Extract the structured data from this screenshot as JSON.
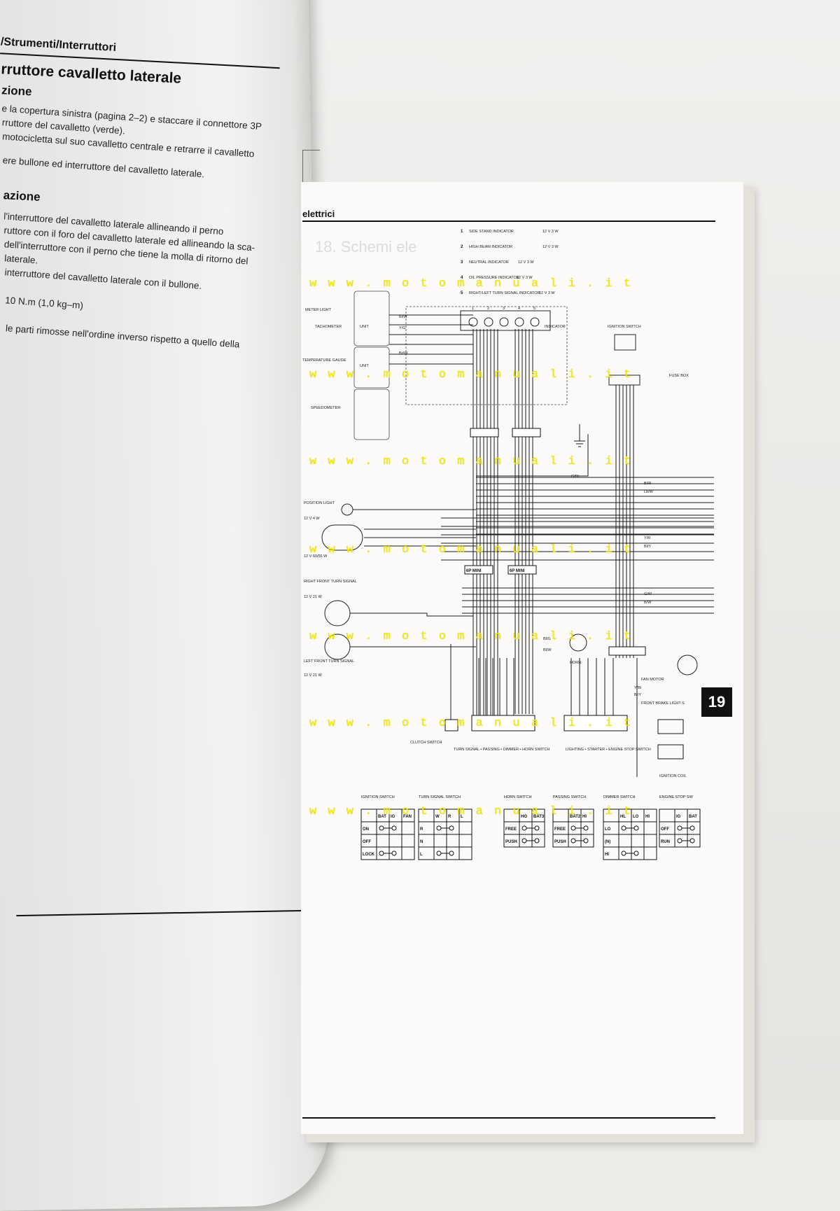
{
  "left_page": {
    "header": "/Strumenti/Interruttori",
    "title": "rruttore cavalletto laterale",
    "section_1": "zione",
    "lines_1": [
      "e la copertura sinistra (pagina 2–2) e staccare il connettore 3P",
      "rruttore del cavalletto (verde).",
      "motocicletta sul suo cavalletto centrale e retrarre il cavalletto",
      "ere bullone ed interruttore del cavalletto laterale."
    ],
    "section_2": "azione",
    "lines_2": [
      "l'interruttore del cavalletto laterale allineando il perno",
      "ruttore con il foro del cavalletto laterale ed allineando la sca-",
      "dell'interruttore con il perno che tiene la molla di ritorno del",
      "laterale.",
      "interruttore del cavalletto laterale con il bullone.",
      "10 N.m (1,0 kg–m)",
      "le parti rimosse nell'ordine inverso rispetto a quello della"
    ]
  },
  "right_page": {
    "header": "elettrici",
    "ghost_title": "18. Schemi ele",
    "tab_number": "19",
    "indicators": [
      {
        "num": "1",
        "name": "SIDE STAND INDICATOR",
        "spec": "12 V 3 W"
      },
      {
        "num": "2",
        "name": "HIGH BEAM INDICATOR",
        "spec": "12 V 3 W"
      },
      {
        "num": "3",
        "name": "NEUTRAL INDICATOR",
        "spec": "12 V 3 W"
      },
      {
        "num": "4",
        "name": "OIL PRESSURE INDICATOR",
        "spec": "12 V 3 W"
      },
      {
        "num": "5",
        "name": "RIGHT/LEFT TURN SIGNAL INDICATOR",
        "spec": "12 V 3 W"
      }
    ],
    "labels": {
      "meter_light": "METER LIGHT",
      "tachometer": "TACHOMETER",
      "temp_gauge": "TEMPERATURE GAUGE",
      "speedometer": "SPEEDOMETER",
      "ignition_switch": "IGNITION SWITCH",
      "fuse_box": "FUSE BOX",
      "position_light": "POSITION LIGHT",
      "position_spec": "12 V 4 W",
      "headlight_spec": "12 V 60/55 W",
      "front_turn": "RIGHT FRONT TURN SIGNAL",
      "turn_spec": "12 V 21 W",
      "left_turn": "LEFT FRONT TURN SIGNAL",
      "horn": "HORN",
      "fan_motor": "FAN MOTOR",
      "front_brake": "FRONT BRAKE LIGHT S",
      "clutch_switch": "CLUTCH SWITCH",
      "turn_group": "TURN SIGNAL • PASSING • DIMMER • HORN SWITCH",
      "lighting_group": "LIGHTING • STARTER • ENGINE STOP SWITCH",
      "ignition_coil": "IGNITION COIL",
      "indicator": "INDICATOR",
      "unit": "UNIT",
      "sp_mini": "6P MINI"
    },
    "wire_codes": [
      "Bl/W",
      "Y/G",
      "Br/W",
      "G/Bl",
      "Bl/R",
      "Lb/W",
      "G/W",
      "B/W",
      "Y/R",
      "Bl/Y",
      "Bl/G",
      "Bl/W",
      "Y/Bl",
      "Bl/Y"
    ],
    "switch_tables": [
      {
        "title": "IGNITION SWITCH",
        "cols": [
          "BAT",
          "IG",
          "FAN"
        ],
        "rows": [
          "ON",
          "OFF",
          "LOCK"
        ]
      },
      {
        "title": "TURN SIGNAL SWITCH",
        "cols": [
          "W",
          "R",
          "L"
        ],
        "rows": [
          "R",
          "N",
          "L"
        ]
      },
      {
        "title": "HORN SWITCH",
        "cols": [
          "HO",
          "BAT3"
        ],
        "rows": [
          "FREE",
          "PUSH"
        ]
      },
      {
        "title": "PASSING SWITCH",
        "cols": [
          "BAT2",
          "HI"
        ],
        "rows": [
          "FREE",
          "PUSH"
        ]
      },
      {
        "title": "DIMMER SWITCH",
        "cols": [
          "HL",
          "LO",
          "HI"
        ],
        "rows": [
          "LO",
          "(N)",
          "HI"
        ]
      },
      {
        "title": "ENGINE STOP SW",
        "cols": [
          "IG",
          "BAT"
        ],
        "rows": [
          "OFF",
          "RUN"
        ]
      }
    ]
  },
  "watermark": "w w w . m o t o m a n u a l i . i t"
}
